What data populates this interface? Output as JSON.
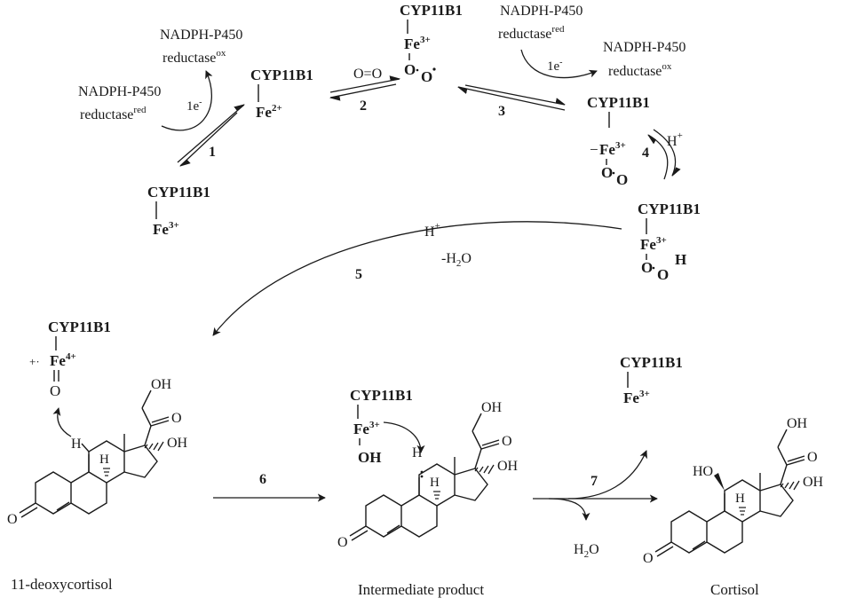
{
  "enzyme": "CYP11B1",
  "iron": {
    "fe": "Fe",
    "fe2": "2+",
    "fe3": "3+",
    "fe4": "4+",
    "minus": "−",
    "radical_cation": "+·"
  },
  "oxygen": {
    "o": "O",
    "o2_molecule": "O=O",
    "h": "H",
    "oh": "OH"
  },
  "reductase": {
    "name": "NADPH-P450",
    "base": "reductase",
    "ox": "ox",
    "red": "red"
  },
  "electron": "1e",
  "electron_sup": "-",
  "proton": "H",
  "proton_sup": "+",
  "water_loss": "-H",
  "water_loss_sub": "2",
  "water_loss_tail": "O",
  "water_h": "H",
  "water_sub": "2",
  "water_tail": "O",
  "steps": [
    "1",
    "2",
    "3",
    "4",
    "5",
    "6",
    "7"
  ],
  "molecules": {
    "substrate": "11-deoxycortisol",
    "intermediate": "Intermediate product",
    "product": "Cortisol"
  },
  "atoms": {
    "H": "H",
    "O": "O",
    "OH": "OH",
    "HO": "HO"
  }
}
